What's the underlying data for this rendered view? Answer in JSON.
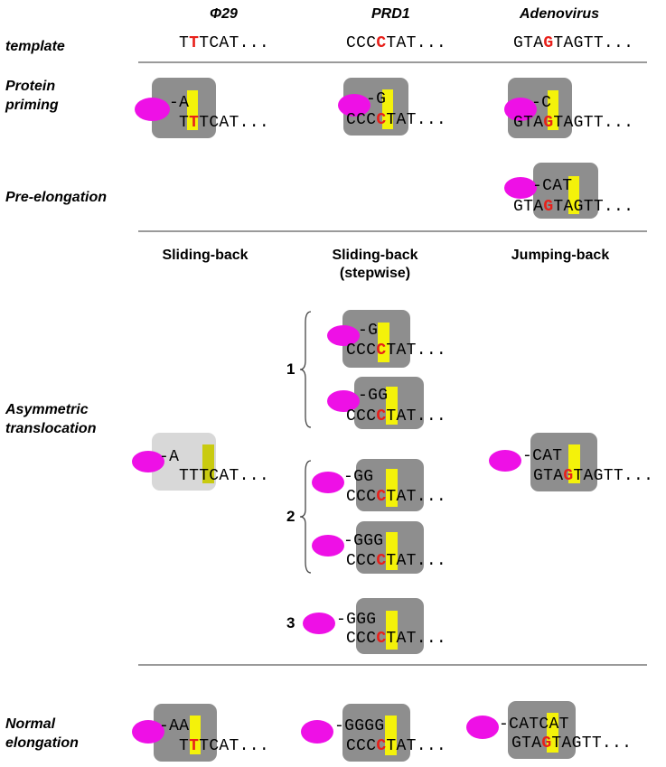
{
  "columns": {
    "phi29": "Φ29",
    "prd1": "PRD1",
    "adeno": "Adenovirus"
  },
  "rows": {
    "template": "template",
    "protein_priming_1": "Protein",
    "protein_priming_2": "priming",
    "pre_elongation": "Pre-elongation",
    "asym_1": "Asymmetric",
    "asym_2": "translocation",
    "normal_1": "Normal",
    "normal_2": "elongation"
  },
  "modes": {
    "sliding": "Sliding-back",
    "stepwise_1": "Sliding-back",
    "stepwise_2": "(stepwise)",
    "jumping": "Jumping-back"
  },
  "step_numbers": {
    "one": "1",
    "two": "2",
    "three": "3"
  },
  "sequences": {
    "tmpl_phi_a": "T",
    "tmpl_phi_r": "T",
    "tmpl_phi_b": "TCAT...",
    "tmpl_prd_a": "CCC",
    "tmpl_prd_r": "C",
    "tmpl_prd_b": "TAT...",
    "tmpl_ad_a": "GTA",
    "tmpl_ad_r": "G",
    "tmpl_ad_b": "TAGTT...",
    "pp_phi_top": "-A",
    "pp_phi_b1": "T",
    "pp_phi_r": "T",
    "pp_phi_b2": "TCAT...",
    "pp_prd_top": "-G",
    "pp_prd_b1": "CCC",
    "pp_prd_r": "C",
    "pp_prd_b2": "TAT...",
    "pp_ad_top": "-C",
    "pp_ad_b1": "GTA",
    "pp_ad_r": "G",
    "pp_ad_b2": "TAGTT...",
    "pe_ad_top": "-CAT",
    "pe_ad_b1": "GTA",
    "pe_ad_r": "G",
    "pe_ad_b2": "TAGTT...",
    "sb_phi_top": "-A",
    "sb_phi_bot": "TTTCAT...",
    "s1a_top": "-G",
    "s1a_b1": "CCC",
    "s1a_r": "C",
    "s1a_b2": "TAT...",
    "s1b_top": "-GG",
    "s1b_b1": "CCC",
    "s1b_r": "C",
    "s1b_b2": "TAT...",
    "s2a_top": "-GG",
    "s2a_b1": "CCC",
    "s2a_r": "C",
    "s2a_b2": "TAT...",
    "s2b_top": "-GGG",
    "s2b_b1": "CCC",
    "s2b_r": "C",
    "s2b_b2": "TAT...",
    "s3_top": "-GGG",
    "s3_b1": "CCC",
    "s3_r": "C",
    "s3_b2": "TAT...",
    "jb_top": "-CAT",
    "jb_b1": "GTA",
    "jb_r": "G",
    "jb_b2": "TAGTT...",
    "ne_phi_top": "-AA",
    "ne_phi_b1": "T",
    "ne_phi_r": "T",
    "ne_phi_b2": "TCAT...",
    "ne_prd_top": "-GGGG",
    "ne_prd_b1": "CCC",
    "ne_prd_r": "C",
    "ne_prd_b2": "TAT...",
    "ne_ad_top": "-CATCAT",
    "ne_ad_b1": "GTA",
    "ne_ad_r": "G",
    "ne_ad_b2": "TAGTT..."
  },
  "colors": {
    "terminal_protein": "#ee10e6",
    "highlight": "#f4f20a",
    "complex_box": "#8e8e8e",
    "complex_box_light": "#d8d8d8",
    "marked_base": "#e8201a"
  }
}
